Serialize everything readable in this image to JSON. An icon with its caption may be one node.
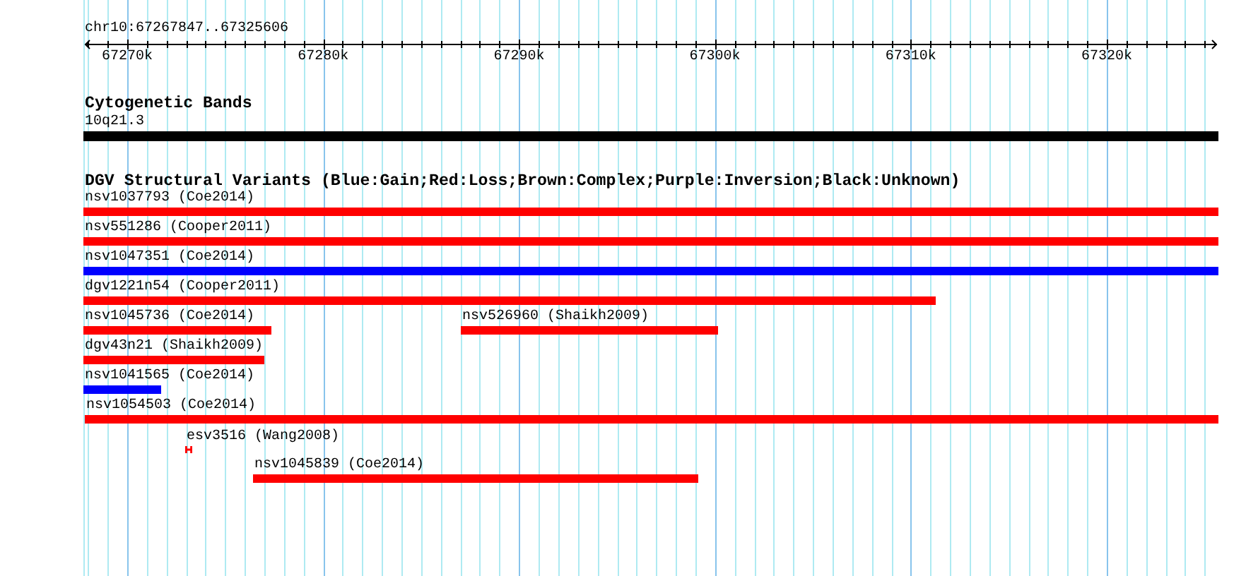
{
  "diagram": {
    "nodes": [
      {
        "text": [
          "10q21.3"
        ]
      },
      {
        "text": [
          "nsv1037793 (Coe2014)"
        ]
      },
      {
        "text": [
          "nsv551286 (Cooper2011)"
        ]
      },
      {
        "text": [
          "nsv1047351 (Coe2014)"
        ]
      },
      {
        "text": [
          "dgv1221n54 (Cooper2011)"
        ]
      },
      {
        "text": [
          "nsv1045736 (Coe2014)"
        ]
      },
      {
        "text": [
          "nsv526960 (Shaikh2009)"
        ]
      },
      {
        "text": [
          "dgv43n21 (Shaikh2009)"
        ]
      },
      {
        "text": [
          "nsv1041565 (Coe2014)"
        ]
      },
      {
        "text": [
          "nsv1054503 (Coe2014)"
        ]
      },
      {
        "text": [
          "esv3516 (Wang2008)"
        ]
      },
      {
        "text": [
          "nsv1045839 (Coe2014)"
        ]
      }
    ],
    "labels": [
      "chr10:67267847..67325606",
      "67270k",
      "67280k",
      "67290k",
      "67300k",
      "67310k",
      "67320k",
      "Cytogenetic Bands",
      "DGV Structural Variants (Blue:Gain;Red:Loss;Brown:Complex;Purple:Inversion;Black:Unknown)"
    ]
  }
}
